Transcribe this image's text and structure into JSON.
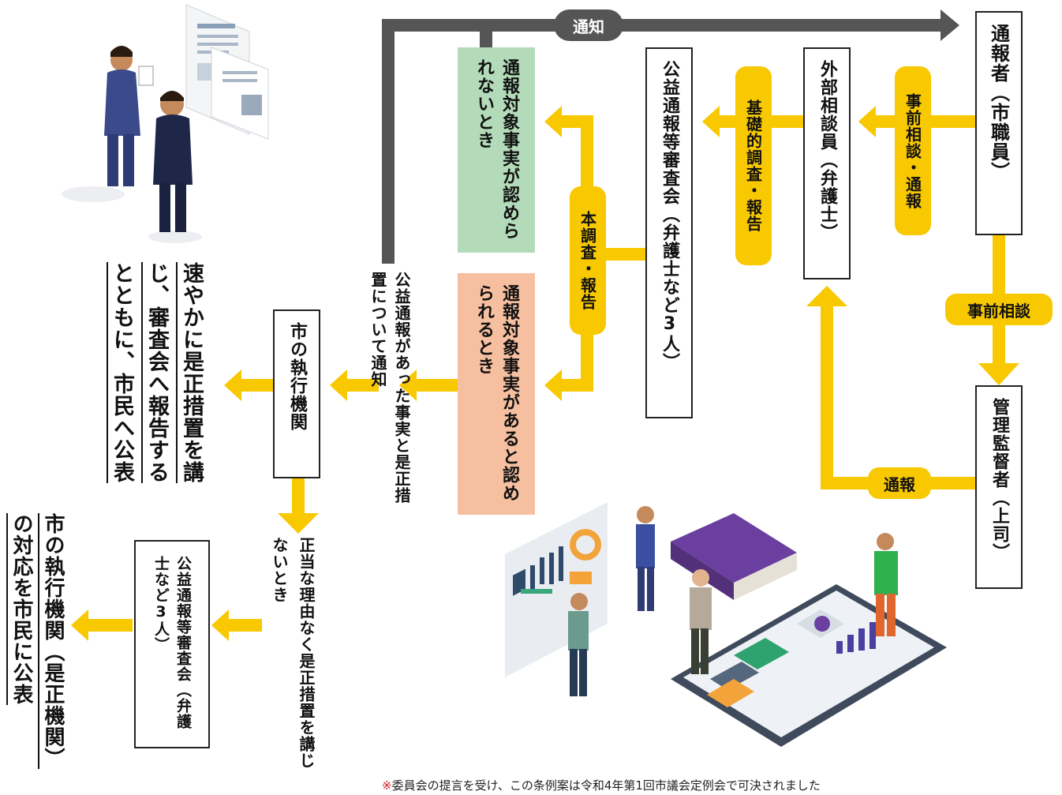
{
  "nodes": {
    "whistleblower": "通報者（市職員）",
    "external_counsel": "外部相談員（弁護士）",
    "committee": "公益通報等審査会（弁護士など3人）",
    "not_recognized": "通報対象事実が認められないとき",
    "recognized": "通報対象事実があると認められるとき",
    "notice_text": "公益通報があった事実と是正措置について通知",
    "city_exec": "市の執行機関",
    "corrective": "速やかに是正措置を講じ、審査会へ報告するとともに、市民へ公表",
    "no_reason": "正当な理由なく是正措置を講じないとき",
    "committee2": "公益通報等審査会（弁護士など3人）",
    "public_response": "市の執行機関（是正機関）の対応を市民に公表",
    "supervisor": "管理監督者（上司）"
  },
  "labels": {
    "notice": "通知",
    "prior_consult_report": "事前相談・通報",
    "basic_investigation": "基礎的調査・報告",
    "main_investigation": "本調査・報告",
    "prior_consult": "事前相談",
    "report": "通報"
  },
  "footnote": {
    "mark": "※",
    "text": "委員会の提言を受け、この条例案は令和4年第1回市議会定例会で可決されました"
  },
  "colors": {
    "arrow": "#f8c800",
    "notice_arrow": "#555555",
    "not_recognized_bg": "#b3dbb9",
    "recognized_bg": "#f6bfa0"
  },
  "illustrations": [
    "people-reviewing-documents",
    "tablet-dashboard-team"
  ]
}
